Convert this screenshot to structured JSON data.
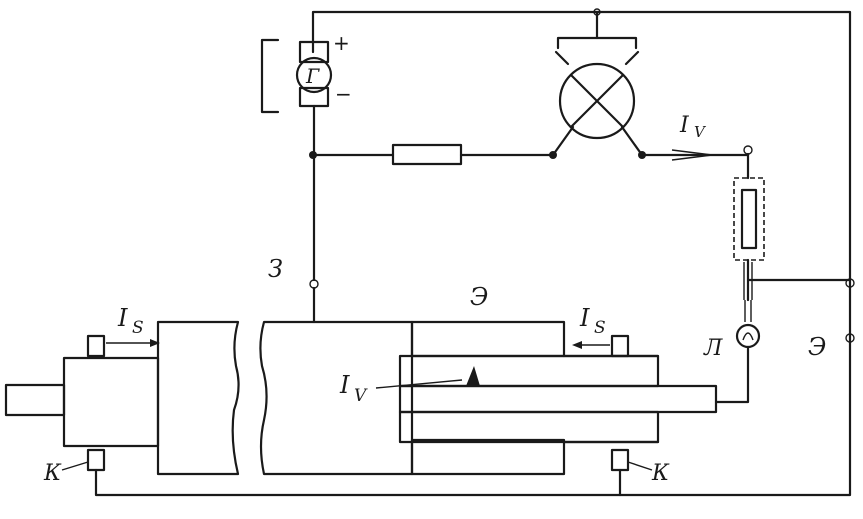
{
  "labels": {
    "generator": "Г",
    "plus": "+",
    "minus": "−",
    "current_v_top": "I",
    "current_v_top_sub": "V",
    "current_v_mid": "I",
    "current_v_mid_sub": "V",
    "current_s_left": "I",
    "current_s_left_sub": "S",
    "current_s_right": "I",
    "current_s_right_sub": "S",
    "electrode_left": "З",
    "electrode_center": "Э",
    "electrode_right": "Э",
    "lamp": "Л",
    "contact_left": "К",
    "contact_right": "К"
  },
  "colors": {
    "ink": "#1a1a1a",
    "paper": "#ffffff"
  },
  "icons": {
    "generator": "generator-symbol",
    "meter": "crossed-circle-meter",
    "lamp": "indicator-lamp",
    "resistor": "resistor"
  }
}
